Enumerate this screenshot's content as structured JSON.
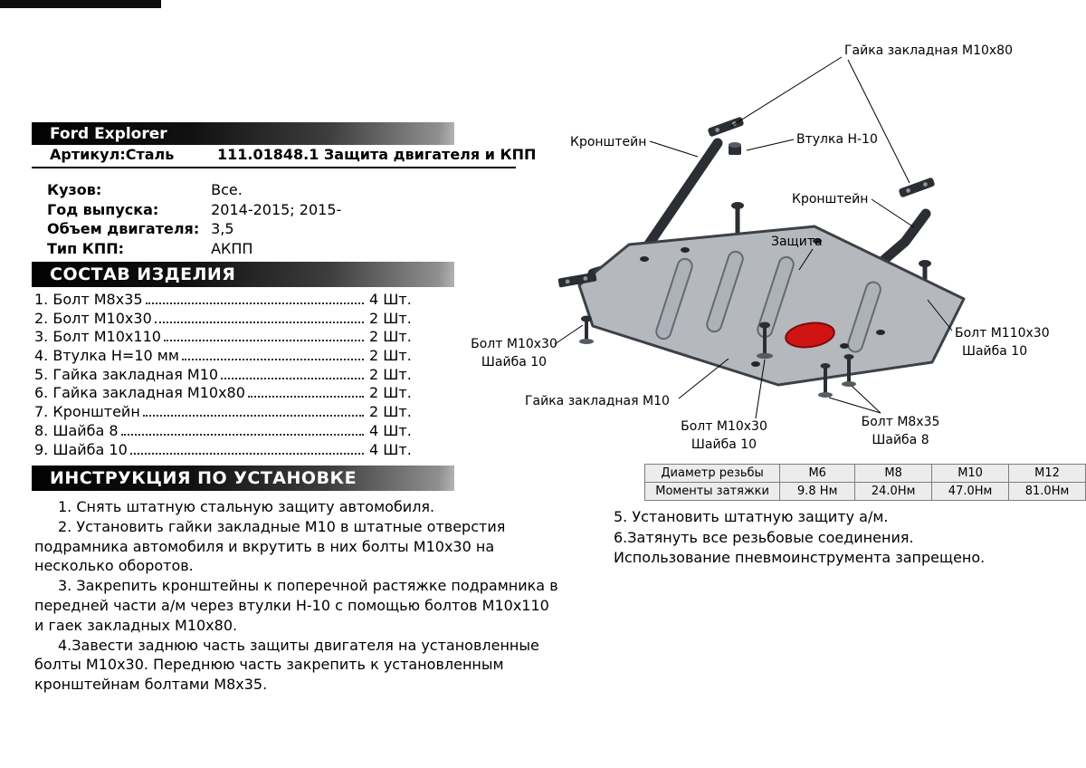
{
  "header": {
    "brand": "Ford Explorer",
    "article_label": "Артикул:Сталь",
    "article_value": "111.01848.1 Защита двигателя и КПП",
    "specs": [
      {
        "label": "Кузов:",
        "value": "Все."
      },
      {
        "label": "Год выпуска:",
        "value": "2014-2015; 2015-"
      },
      {
        "label": "Объем двигателя:",
        "value": "3,5"
      },
      {
        "label": "Тип КПП:",
        "value": "АКПП"
      }
    ]
  },
  "parts": {
    "title": "СОСТАВ ИЗДЕЛИЯ",
    "items": [
      {
        "name": "1. Болт М8х35",
        "qty": "4 Шт."
      },
      {
        "name": "2. Болт М10х30",
        "qty": "2 Шт."
      },
      {
        "name": "3. Болт М10х110",
        "qty": "2 Шт."
      },
      {
        "name": "4. Втулка Н=10 мм",
        "qty": "2 Шт."
      },
      {
        "name": "5. Гайка закладная М10",
        "qty": "2 Шт."
      },
      {
        "name": "6. Гайка закладная М10х80",
        "qty": "2 Шт."
      },
      {
        "name": "7. Кронштейн",
        "qty": "2 Шт."
      },
      {
        "name": "8. Шайба 8",
        "qty": "4 Шт."
      },
      {
        "name": "9. Шайба 10",
        "qty": "4 Шт."
      }
    ]
  },
  "instructions": {
    "title": "ИНСТРУКЦИЯ ПО УСТАНОВКЕ",
    "steps": [
      "1. Снять штатную стальную защиту автомобиля.",
      "2. Установить гайки закладные М10 в штатные отверстия подрамника автомобиля и вкрутить в них болты М10х30 на несколько оборотов.",
      "3. Закрепить кронштейны к поперечной растяжке подрамника в передней части а/м через втулки Н-10 с помощью болтов М10х110 и гаек закладных М10х80.",
      "4.Завести заднюю часть защиты двигателя на установленные болты М10х30. Переднюю часть закрепить к установленным кронштейнам болтами М8х35."
    ],
    "final_steps": [
      "5. Установить штатную защиту а/м.",
      "6.Затянуть все резьбовые соединения.",
      "Использование пневмоинструмента запрещено."
    ]
  },
  "diagram": {
    "labels": {
      "nut_m10x80": "Гайка закладная М10х80",
      "bracket_left": "Кронштейн",
      "bushing": "Втулка Н-10",
      "bracket_right": "Кронштейн",
      "shield": "Защита",
      "bolt_left_1": "Болт М10х30",
      "bolt_left_2": "Шайба 10",
      "bolt_right_1": "Болт М110х30",
      "bolt_right_2": "Шайба 10",
      "nut_m10": "Гайка закладная М10",
      "bolt_bottom_1": "Болт М10х30",
      "bolt_bottom_2": "Шайба 10",
      "bolt_m8_1": "Болт М8х35",
      "bolt_m8_2": "Шайба 8"
    },
    "colors": {
      "plate": "#b5b9be",
      "plate_outline": "#3c4147",
      "hardware": "#2b2f34",
      "highlight_red": "#d01414"
    }
  },
  "torque_table": {
    "row1": [
      "Диаметр резьбы",
      "М6",
      "М8",
      "М10",
      "М12"
    ],
    "row2": [
      "Моменты затяжки",
      "9.8 Нм",
      "24.0Нм",
      "47.0Нм",
      "81.0Нм"
    ]
  }
}
